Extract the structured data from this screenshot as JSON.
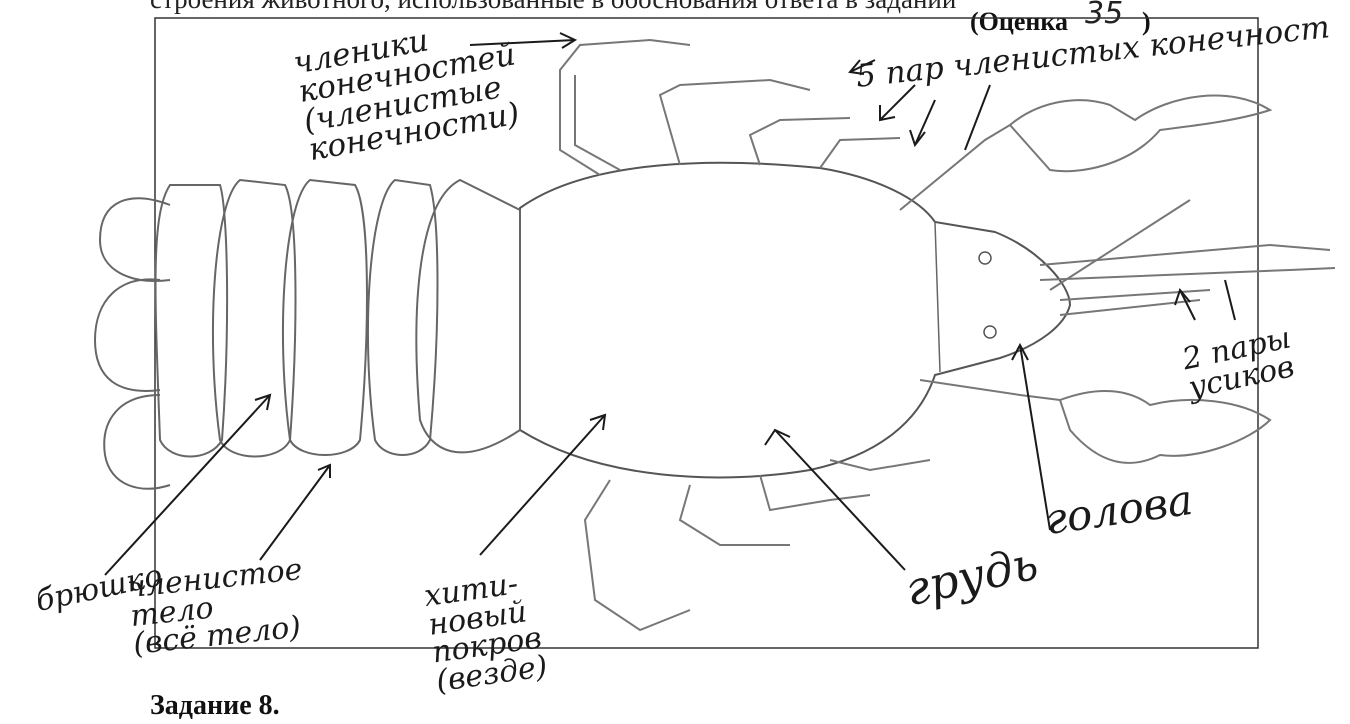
{
  "header": {
    "top_text": "строения животного, использованные в обоснования ответа в задании",
    "score_label": "(Оценка",
    "score_value": "35",
    "score_close": ")"
  },
  "labels": {
    "joints": "членики\nконечностей\n(членистые\nконечности)",
    "pairs": "5 пар членистых конечност",
    "antennae": "2 пары\nусиков",
    "head": "голова",
    "chest": "грудь",
    "abdomen": "брюшко",
    "segmented_body": "членистое\nтело\n(всё тело)",
    "chitin": "хити-\nновый\nпокров\n(везде)"
  },
  "footer": {
    "task": "Задание 8."
  }
}
